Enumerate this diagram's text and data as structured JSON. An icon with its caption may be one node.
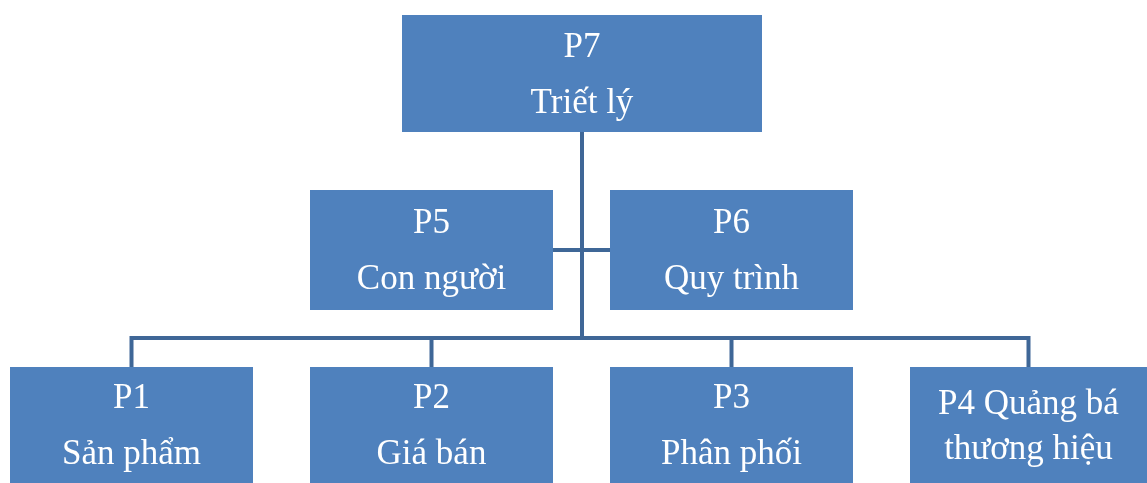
{
  "diagram": {
    "nodes": [
      {
        "text": [
          "P7",
          "Triết lý"
        ]
      },
      {
        "text": [
          "P5",
          "Con người"
        ]
      },
      {
        "text": [
          "P6",
          "Quy trình"
        ]
      },
      {
        "text": [
          "P1",
          "Sản phẩm"
        ]
      },
      {
        "text": [
          "P2",
          "Giá bán"
        ]
      },
      {
        "text": [
          "P3",
          "Phân phối"
        ]
      },
      {
        "text": [
          "P4 Quảng bá thương hiệu"
        ]
      }
    ],
    "edges": [
      {
        "from": 0,
        "to": 1,
        "arrow": "none"
      },
      {
        "from": 0,
        "to": 2,
        "arrow": "none"
      },
      {
        "from": 0,
        "to": 3,
        "arrow": "none"
      },
      {
        "from": 0,
        "to": 4,
        "arrow": "none"
      },
      {
        "from": 0,
        "to": 5,
        "arrow": "none"
      },
      {
        "from": 0,
        "to": 6,
        "arrow": "none"
      }
    ]
  }
}
